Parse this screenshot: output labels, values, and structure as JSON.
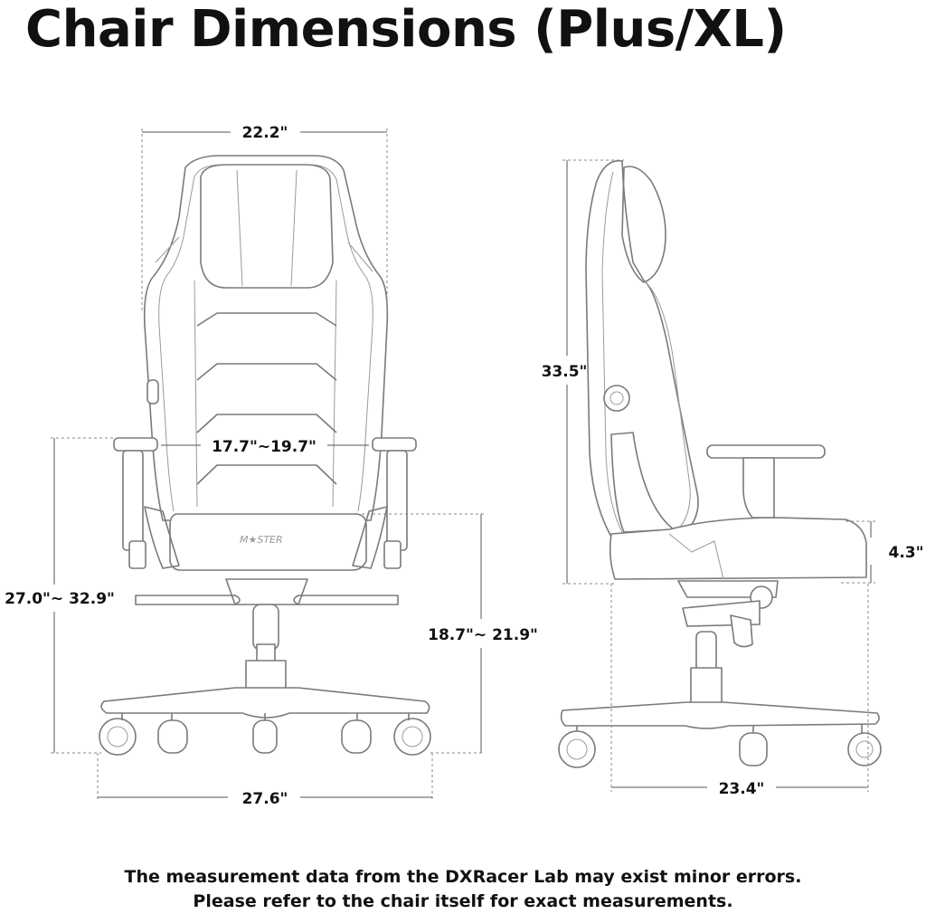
{
  "title": "Chair Dimensions (Plus/XL)",
  "front_view": {
    "backrest_width": "22.2\"",
    "seat_width": "17.7\"~19.7\"",
    "armrest_height": "27.0\"~ 32.9\"",
    "seat_height": "18.7\"~ 21.9\"",
    "base_width": "27.6\"",
    "seat_logo": "M★STER"
  },
  "side_view": {
    "backrest_height": "33.5\"",
    "seat_thickness": "4.3\"",
    "base_depth": "23.4\""
  },
  "footnote": {
    "line1": "The measurement data from the DXRacer Lab may exist minor errors.",
    "line2": "Please refer to the chair itself for exact measurements."
  }
}
